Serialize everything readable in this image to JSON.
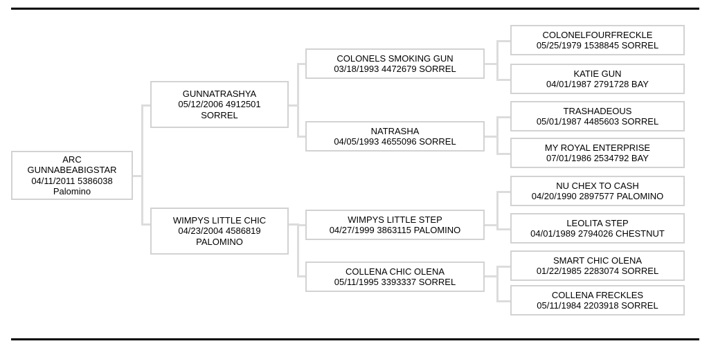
{
  "document": {
    "type": "pedigree-chart",
    "title": "ARC GUNNABEABIGSTAR Pedigree",
    "generations": 4
  },
  "colors": {
    "background": "#ffffff",
    "rule": "#000000",
    "box_border": "#d2d2d2",
    "connector": "#dcdcdc",
    "text": "#000000"
  },
  "generation1": {
    "subject": {
      "name_line1": "ARC",
      "name_line2": "GUNNABEABIGSTAR",
      "detail": "04/11/2011 5386038",
      "color": "Palomino"
    }
  },
  "generation2": {
    "sire": {
      "name": "GUNNATRASHYA",
      "detail": "05/12/2006 4912501",
      "color": "SORREL"
    },
    "dam": {
      "name": "WIMPYS LITTLE CHIC",
      "detail": "04/23/2004 4586819",
      "color": "PALOMINO"
    }
  },
  "generation3": {
    "sire_sire": {
      "name": "COLONELS SMOKING GUN",
      "detail": "03/18/1993 4472679 SORREL"
    },
    "sire_dam": {
      "name": "NATRASHA",
      "detail": "04/05/1993 4655096 SORREL"
    },
    "dam_sire": {
      "name": "WIMPYS LITTLE STEP",
      "detail": "04/27/1999 3863115 PALOMINO"
    },
    "dam_dam": {
      "name": "COLLENA CHIC OLENA",
      "detail": "05/11/1995 3393337 SORREL"
    }
  },
  "generation4": {
    "n1": {
      "name": "COLONELFOURFRECKLE",
      "detail": "05/25/1979 1538845 SORREL"
    },
    "n2": {
      "name": "KATIE GUN",
      "detail": "04/01/1987 2791728 BAY"
    },
    "n3": {
      "name": "TRASHADEOUS",
      "detail": "05/01/1987 4485603 SORREL"
    },
    "n4": {
      "name": "MY ROYAL ENTERPRISE",
      "detail": "07/01/1986 2534792 BAY"
    },
    "n5": {
      "name": "NU CHEX TO CASH",
      "detail": "04/20/1990 2897577 PALOMINO"
    },
    "n6": {
      "name": "LEOLITA STEP",
      "detail": "04/01/1989 2794026 CHESTNUT"
    },
    "n7": {
      "name": "SMART CHIC OLENA",
      "detail": "01/22/1985 2283074 SORREL"
    },
    "n8": {
      "name": "COLLENA FRECKLES",
      "detail": "05/11/1984 2203918 SORREL"
    }
  }
}
